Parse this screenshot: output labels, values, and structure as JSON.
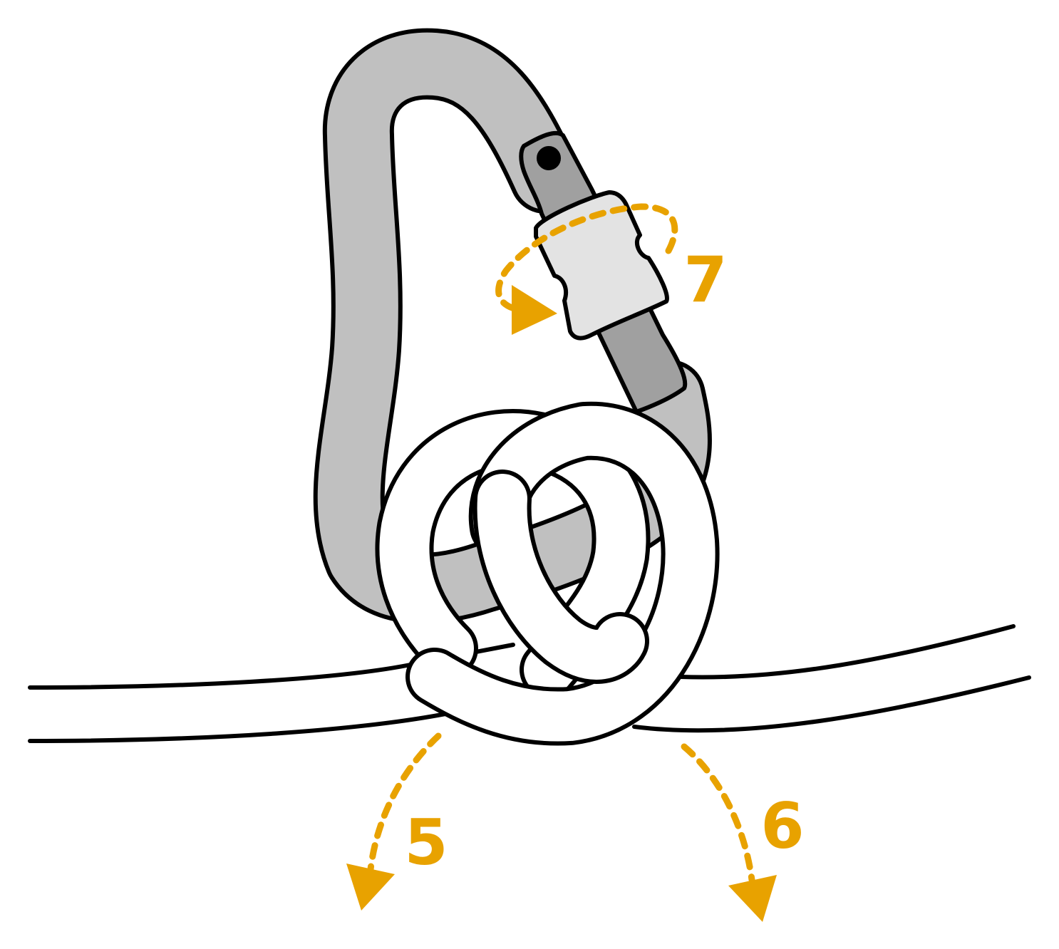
{
  "labels": {
    "step5": "5",
    "step6": "6",
    "step7": "7"
  },
  "colors": {
    "accent": "#E8A200",
    "carabiner": "#C0C0C0",
    "gate": "#A0A0A0",
    "sleeve": "#E3E3E3",
    "outline": "#000000",
    "rope": "#FFFFFF"
  }
}
